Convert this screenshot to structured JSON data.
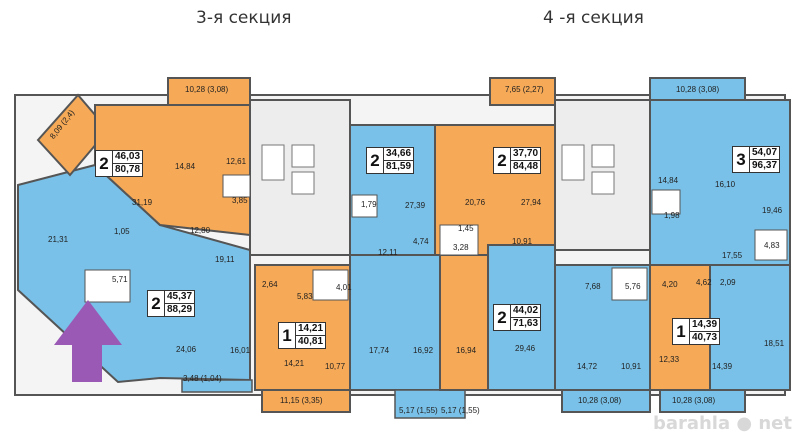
{
  "sections": [
    "3-я секция",
    "4 -я секция"
  ],
  "colors": {
    "blue": "#79c1e8",
    "orange": "#f6a956",
    "wall": "#6a6a6a",
    "core": "#ededed",
    "arrow": "#9b59b6"
  },
  "apartments": [
    {
      "rooms": "2",
      "living": "46,03",
      "total": "80,78",
      "color": "orange"
    },
    {
      "rooms": "2",
      "living": "45,37",
      "total": "88,29",
      "color": "blue"
    },
    {
      "rooms": "1",
      "living": "14,21",
      "total": "40,81",
      "color": "orange"
    },
    {
      "rooms": "2",
      "living": "34,66",
      "total": "81,59",
      "color": "blue"
    },
    {
      "rooms": "2",
      "living": "37,70",
      "total": "84,48",
      "color": "orange"
    },
    {
      "rooms": "2",
      "living": "44,02",
      "total": "71,63",
      "color": "orange"
    },
    {
      "rooms": "3",
      "living": "54,07",
      "total": "96,37",
      "color": "blue"
    },
    {
      "rooms": "1",
      "living": "14,39",
      "total": "40,73",
      "color": "orange"
    }
  ],
  "areas": [
    "10,28 (3,08)",
    "8,09 (2,4)",
    "14,84",
    "12,61",
    "31,19",
    "3,85",
    "12,80",
    "21,31",
    "1,05",
    "5,71",
    "19,11",
    "24,06",
    "16,01",
    "3,48 (1,04)",
    "2,64",
    "5,83",
    "4,01",
    "14,21",
    "10,77",
    "11,15 (3,35)",
    "1,79",
    "27,39",
    "12,11",
    "4,74",
    "17,74",
    "16,92",
    "5,17 (1,55)",
    "5,17 (1,55)",
    "7,65 (2,27)",
    "20,76",
    "27,94",
    "1,45",
    "3,28",
    "10,91",
    "16,94",
    "29,46",
    "10,28 (3,08)",
    "14,84",
    "16,10",
    "1,98",
    "19,46",
    "4,83",
    "17,55",
    "7,68",
    "5,76",
    "4,20",
    "4,62",
    "2,09",
    "14,72",
    "10,91",
    "12,33",
    "14,39",
    "18,51",
    "10,28 (3,08)",
    "10,28 (3,08)"
  ],
  "watermark": "barahla ● net"
}
